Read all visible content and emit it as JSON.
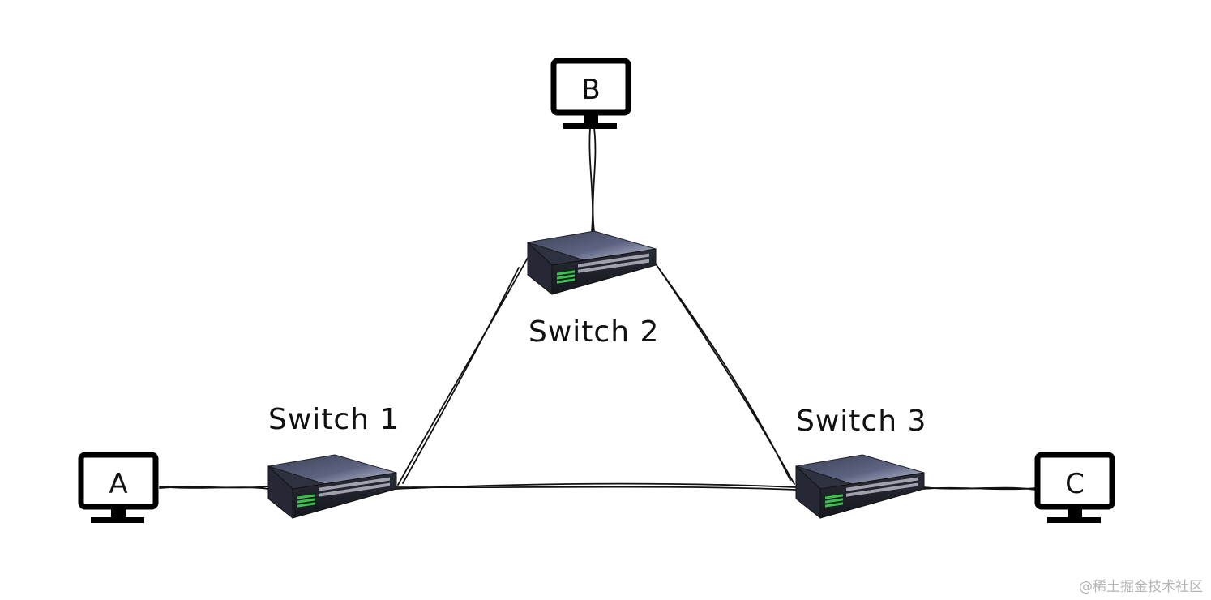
{
  "computers": [
    {
      "id": "A",
      "label": "A"
    },
    {
      "id": "B",
      "label": "B"
    },
    {
      "id": "C",
      "label": "C"
    }
  ],
  "switches": [
    {
      "id": "switch-1",
      "label": "Switch 1"
    },
    {
      "id": "switch-2",
      "label": "Switch 2"
    },
    {
      "id": "switch-3",
      "label": "Switch 3"
    }
  ],
  "links": [
    {
      "from": "A",
      "to": "switch-1"
    },
    {
      "from": "B",
      "to": "switch-2"
    },
    {
      "from": "C",
      "to": "switch-3"
    },
    {
      "from": "switch-1",
      "to": "switch-2"
    },
    {
      "from": "switch-2",
      "to": "switch-3"
    },
    {
      "from": "switch-1",
      "to": "switch-3"
    }
  ],
  "watermark": "@稀土掘金技术社区",
  "colors": {
    "line": "#111111",
    "switch_body": "#3f4556",
    "switch_top": "#59607a",
    "port_led": "#39c24a",
    "background": "#ffffff"
  }
}
